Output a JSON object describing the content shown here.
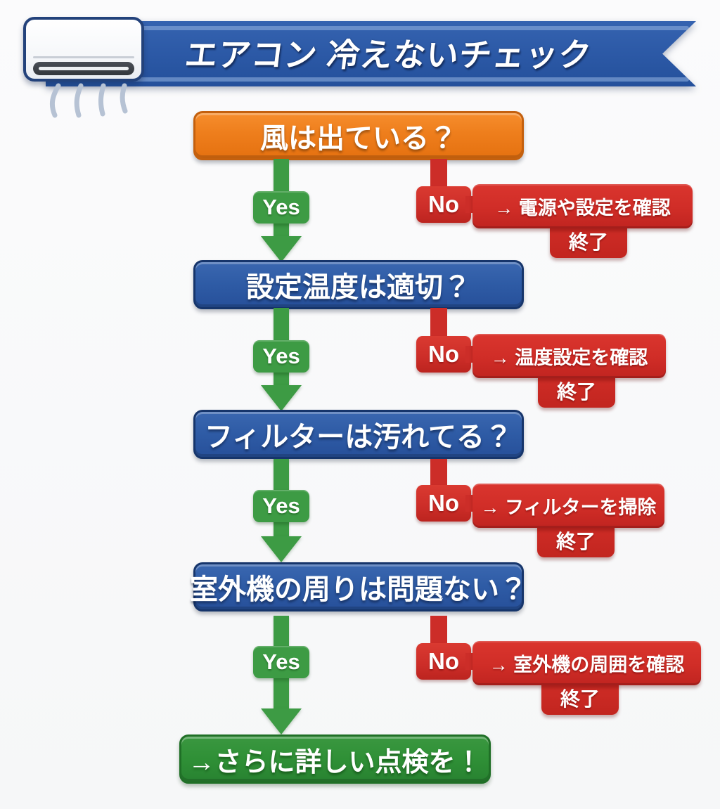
{
  "header": {
    "title": "エアコン 冷えないチェック",
    "icon": "air-conditioner"
  },
  "labels": {
    "yes": "Yes",
    "no": "No",
    "end": "終了"
  },
  "rows": [
    {
      "question": "風は出ている？",
      "action": "→ 電源や設定を確認"
    },
    {
      "question": "設定温度は適切？",
      "action": "→ 温度設定を確認"
    },
    {
      "question": "フィルターは汚れてる？",
      "action": "→ フィルターを掃除"
    },
    {
      "question": "室外機の周りは問題ない？",
      "action": "→ 室外機の周囲を確認"
    }
  ],
  "final": {
    "label": "→さらに詳しい点検を！"
  },
  "colors": {
    "ribbon_blue": "#2b58a5",
    "question_orange": "#ee7e1c",
    "question_blue": "#2e5ba5",
    "branch_red": "#cc2d28",
    "branch_green": "#3d9b44",
    "final_green": "#2f9036",
    "text": "#ffffff"
  }
}
